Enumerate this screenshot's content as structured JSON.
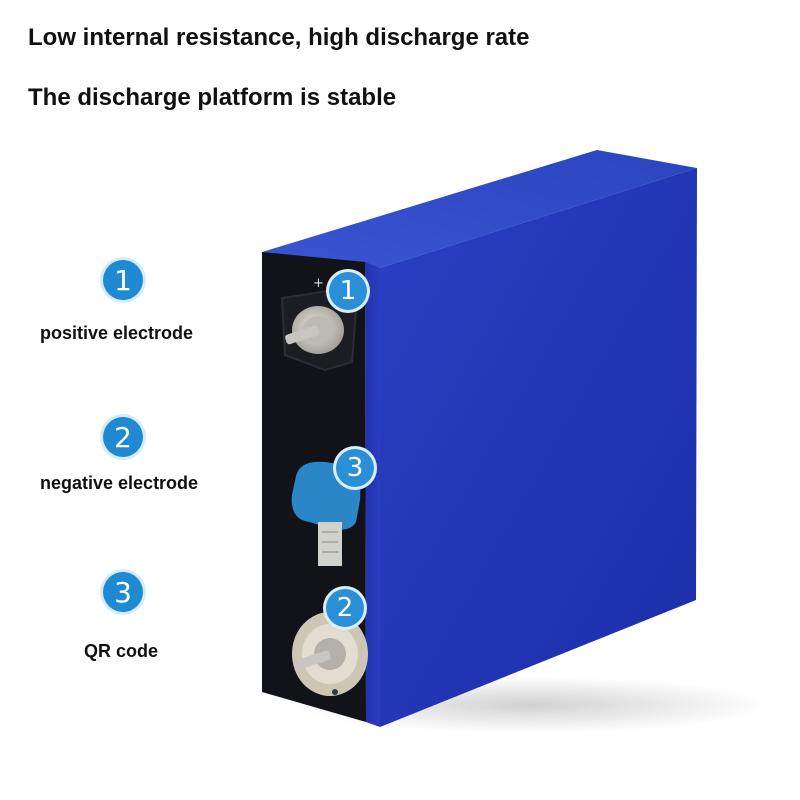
{
  "headlines": {
    "line1": "Low internal resistance, high discharge rate",
    "line2": "The discharge platform is stable"
  },
  "legend": [
    {
      "number": "1",
      "label": "positive electrode"
    },
    {
      "number": "2",
      "label": "negative electrode"
    },
    {
      "number": "3",
      "label": "QR code"
    }
  ],
  "callouts": {
    "positive": "1",
    "qr": "3",
    "negative": "2"
  },
  "terminal_mark": "+",
  "colors": {
    "badge": "#1f8ad1",
    "battery_body": "#1e33b8",
    "battery_top": "#2c45c8",
    "end_cap": "#111318",
    "qr_sticker": "#2b86c8"
  }
}
